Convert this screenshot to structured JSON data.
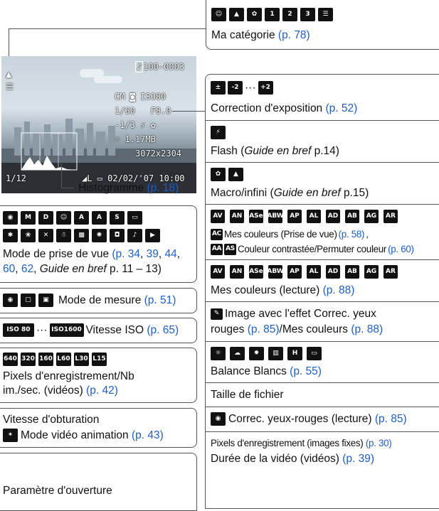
{
  "my_category": {
    "label": "Ma catégorie ",
    "ref": "(p. 78)",
    "icons": [
      "portrait-icon",
      "landscape-icon",
      "flower-icon",
      "category-1-icon",
      "category-2-icon",
      "category-3-icon",
      "checklist-icon"
    ]
  },
  "camera_screen": {
    "file_no": "100-0003",
    "resolution_label": "1/60",
    "aperture": "F8.0",
    "iso": "ISO80",
    "exposure": "-1/3",
    "file_size": "1.17MB",
    "pixels": "3072x2304",
    "frame": "1/12",
    "date": "02/02/'07",
    "time": "10:00",
    "mode_tag": "CM"
  },
  "histogram": {
    "label": "Histogramme ",
    "ref": "(p. 18)"
  },
  "shooting_mode": {
    "line1": "Mode de prise de vue ",
    "r1": "(p. 34",
    "s1": ", ",
    "r2": "39",
    "s2": ", ",
    "r3": "44",
    "s3": ",",
    "r4": "60",
    "s4": ", ",
    "r5": "62",
    "s5": ", ",
    "guide": "Guide en bref",
    "tail": " p. 11 – 13)",
    "icons_row1": [
      "auto-icon",
      "manual-icon",
      "digital-macro-icon",
      "portrait-mode-icon",
      "color-accent-icon",
      "mode-a-icon",
      "mode-s-icon",
      "stitch-icon"
    ],
    "icons_row2": [
      "scene-1-icon",
      "scene-2-icon",
      "scene-3-icon",
      "scene-4-icon",
      "scene-5-icon",
      "fireworks-icon",
      "underwater-icon",
      "sound-icon",
      "movie-icon"
    ]
  },
  "metering": {
    "label": "Mode de mesure ",
    "ref": "(p. 51)"
  },
  "iso_speed": {
    "from": "ISO 80",
    "dots": "···",
    "to": "ISO1600",
    "label": " Vitesse ISO ",
    "ref": "(p. 65)"
  },
  "video_pixels": {
    "icons": [
      "640",
      "320",
      "160",
      "L60",
      "L30",
      "L15"
    ],
    "line1": "Pixels d'enregistrement/Nb",
    "line2": "im./sec. (vidéos) ",
    "ref": "(p. 42)"
  },
  "shutter": {
    "line1": "Vitesse d'obturation",
    "label": "Mode vidéo animation ",
    "ref": "(p. 43)"
  },
  "aperture": {
    "label": "Paramètre d'ouverture"
  },
  "exposure_correction": {
    "label": "Correction d'exposition ",
    "ref": "(p. 52)",
    "from": "-2",
    "dots": "···",
    "to": "+2"
  },
  "flash": {
    "label": "Flash (",
    "guide": "Guide en bref",
    "tail": " p.14)"
  },
  "macro": {
    "label": "Macro/infini (",
    "guide": "Guide en bref",
    "tail": " p.15)"
  },
  "my_colors_shoot": {
    "icons": [
      "AV",
      "AN",
      "ASe",
      "ABW",
      "AP",
      "AL",
      "AD",
      "AB",
      "AG",
      "AR"
    ],
    "l1": "Mes couleurs (Prise de vue) ",
    "r1": "(p. 58)",
    "s1": ",",
    "l2": "Couleur contrastée/Permuter couleur ",
    "r2": "(p. 60)",
    "ic1": "AC",
    "ic2": "AA",
    "ic3": "AS"
  },
  "my_colors_play": {
    "icons": [
      "AV",
      "AN",
      "ASe",
      "ABW",
      "AP",
      "AL",
      "AD",
      "AB",
      "AG",
      "AR"
    ],
    "label": "Mes couleurs (lecture) ",
    "ref": "(p. 88)"
  },
  "red_eye_image": {
    "l1": "Image avec l'effet Correc. yeux",
    "l2": "rouges ",
    "r1": "(p. 85)",
    "mid": "/Mes couleurs ",
    "r2": "(p. 88)"
  },
  "white_balance": {
    "label": "Balance Blancs ",
    "ref": "(p. 55)",
    "icons": [
      "daylight-icon",
      "cloudy-icon",
      "tungsten-icon",
      "fluorescent-icon",
      "fluorescent-h-icon",
      "custom-wb-icon"
    ]
  },
  "file_size": {
    "label": "Taille de fichier"
  },
  "red_eye_play": {
    "label": "Correc. yeux-rouges (lecture) ",
    "ref": "(p. 85)"
  },
  "recording": {
    "l1": "Pixels d'enregistrement (images fixes) ",
    "r1": "(p. 30)",
    "l2": "Durée de la vidéo (vidéos) ",
    "r2": "(p. 39)"
  }
}
